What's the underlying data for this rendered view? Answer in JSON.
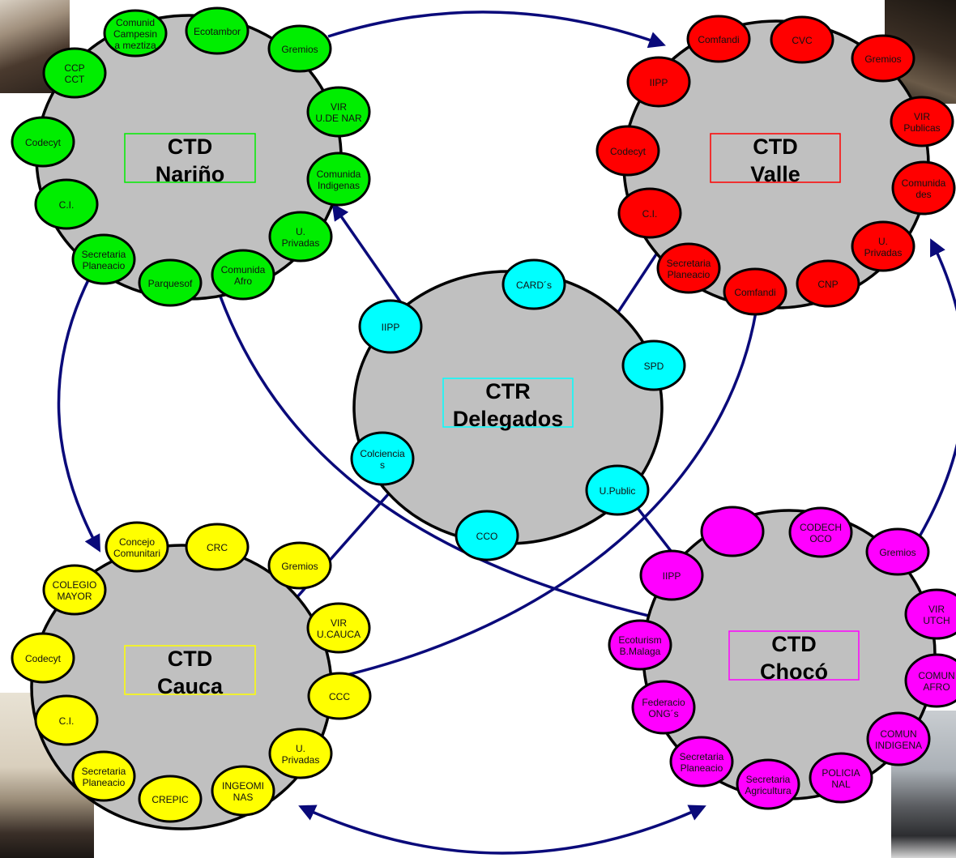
{
  "colors": {
    "green": "#00ee00",
    "red": "#ff0000",
    "yellow": "#ffff00",
    "magenta": "#ff00ff",
    "cyan": "#00ffff",
    "hub_fill": "#c0c0c0",
    "arrow": "#0a0a7a"
  },
  "groups": {
    "narino": {
      "title_line1": "CTD",
      "title_line2": "Nariño",
      "nodes": [
        [
          "Comunid",
          "Campesin",
          "a meztiza"
        ],
        [
          "Ecotambor"
        ],
        [
          "Gremios"
        ],
        [
          "VIR",
          "U.DE NAR"
        ],
        [
          "Comunida",
          "Indigenas"
        ],
        [
          "U.",
          "Privadas"
        ],
        [
          "Comunida",
          "Afro"
        ],
        [
          "Parquesof"
        ],
        [
          "Secretaria",
          "Planeacio"
        ],
        [
          "C.I."
        ],
        [
          "Codecyt"
        ],
        [
          "CCP",
          "CCT"
        ]
      ]
    },
    "valle": {
      "title_line1": "CTD",
      "title_line2": "Valle",
      "nodes": [
        [
          "Comfandi"
        ],
        [
          "CVC"
        ],
        [
          "Gremios"
        ],
        [
          "VIR",
          "Publicas"
        ],
        [
          "Comunida",
          "des"
        ],
        [
          "U.",
          "Privadas"
        ],
        [
          "CNP"
        ],
        [
          "Comfandi"
        ],
        [
          "Secretaria",
          "Planeacio"
        ],
        [
          "C.I."
        ],
        [
          "Codecyt"
        ],
        [
          "IIPP"
        ]
      ]
    },
    "ctr": {
      "title_line1": "CTR",
      "title_line2": "Delegados",
      "nodes": [
        [
          "CARD´s"
        ],
        [
          "SPD"
        ],
        [
          "U.Public"
        ],
        [
          "CCO"
        ],
        [
          "Colciencia",
          "s"
        ],
        [
          "IIPP"
        ]
      ]
    },
    "cauca": {
      "title_line1": "CTD",
      "title_line2": "Cauca",
      "nodes": [
        [
          "Concejo",
          "Comunitari"
        ],
        [
          "CRC"
        ],
        [
          "Gremios"
        ],
        [
          "VIR",
          "U.CAUCA"
        ],
        [
          "CCC"
        ],
        [
          "U.",
          "Privadas"
        ],
        [
          "INGEOMI",
          "NAS"
        ],
        [
          "CREPIC"
        ],
        [
          "Secretaria",
          "Planeacio"
        ],
        [
          "C.I."
        ],
        [
          "Codecyt"
        ],
        [
          "COLEGIO",
          "MAYOR"
        ]
      ]
    },
    "choco": {
      "title_line1": "CTD",
      "title_line2": "Chocó",
      "nodes": [
        [],
        [
          "CODECH",
          "OCO"
        ],
        [
          "Gremios"
        ],
        [
          "VIR",
          "UTCH"
        ],
        [
          "COMUN",
          "AFRO"
        ],
        [
          "COMUN",
          "INDIGENA"
        ],
        [
          "POLICIA",
          "NAL"
        ],
        [
          "Secretaria",
          "Agricultura"
        ],
        [
          "Secretaria",
          "Planeacio"
        ],
        [
          "Federacio",
          "ONG´s"
        ],
        [
          "Ecoturism",
          "B.Malaga"
        ],
        [
          "IIPP"
        ]
      ]
    }
  }
}
